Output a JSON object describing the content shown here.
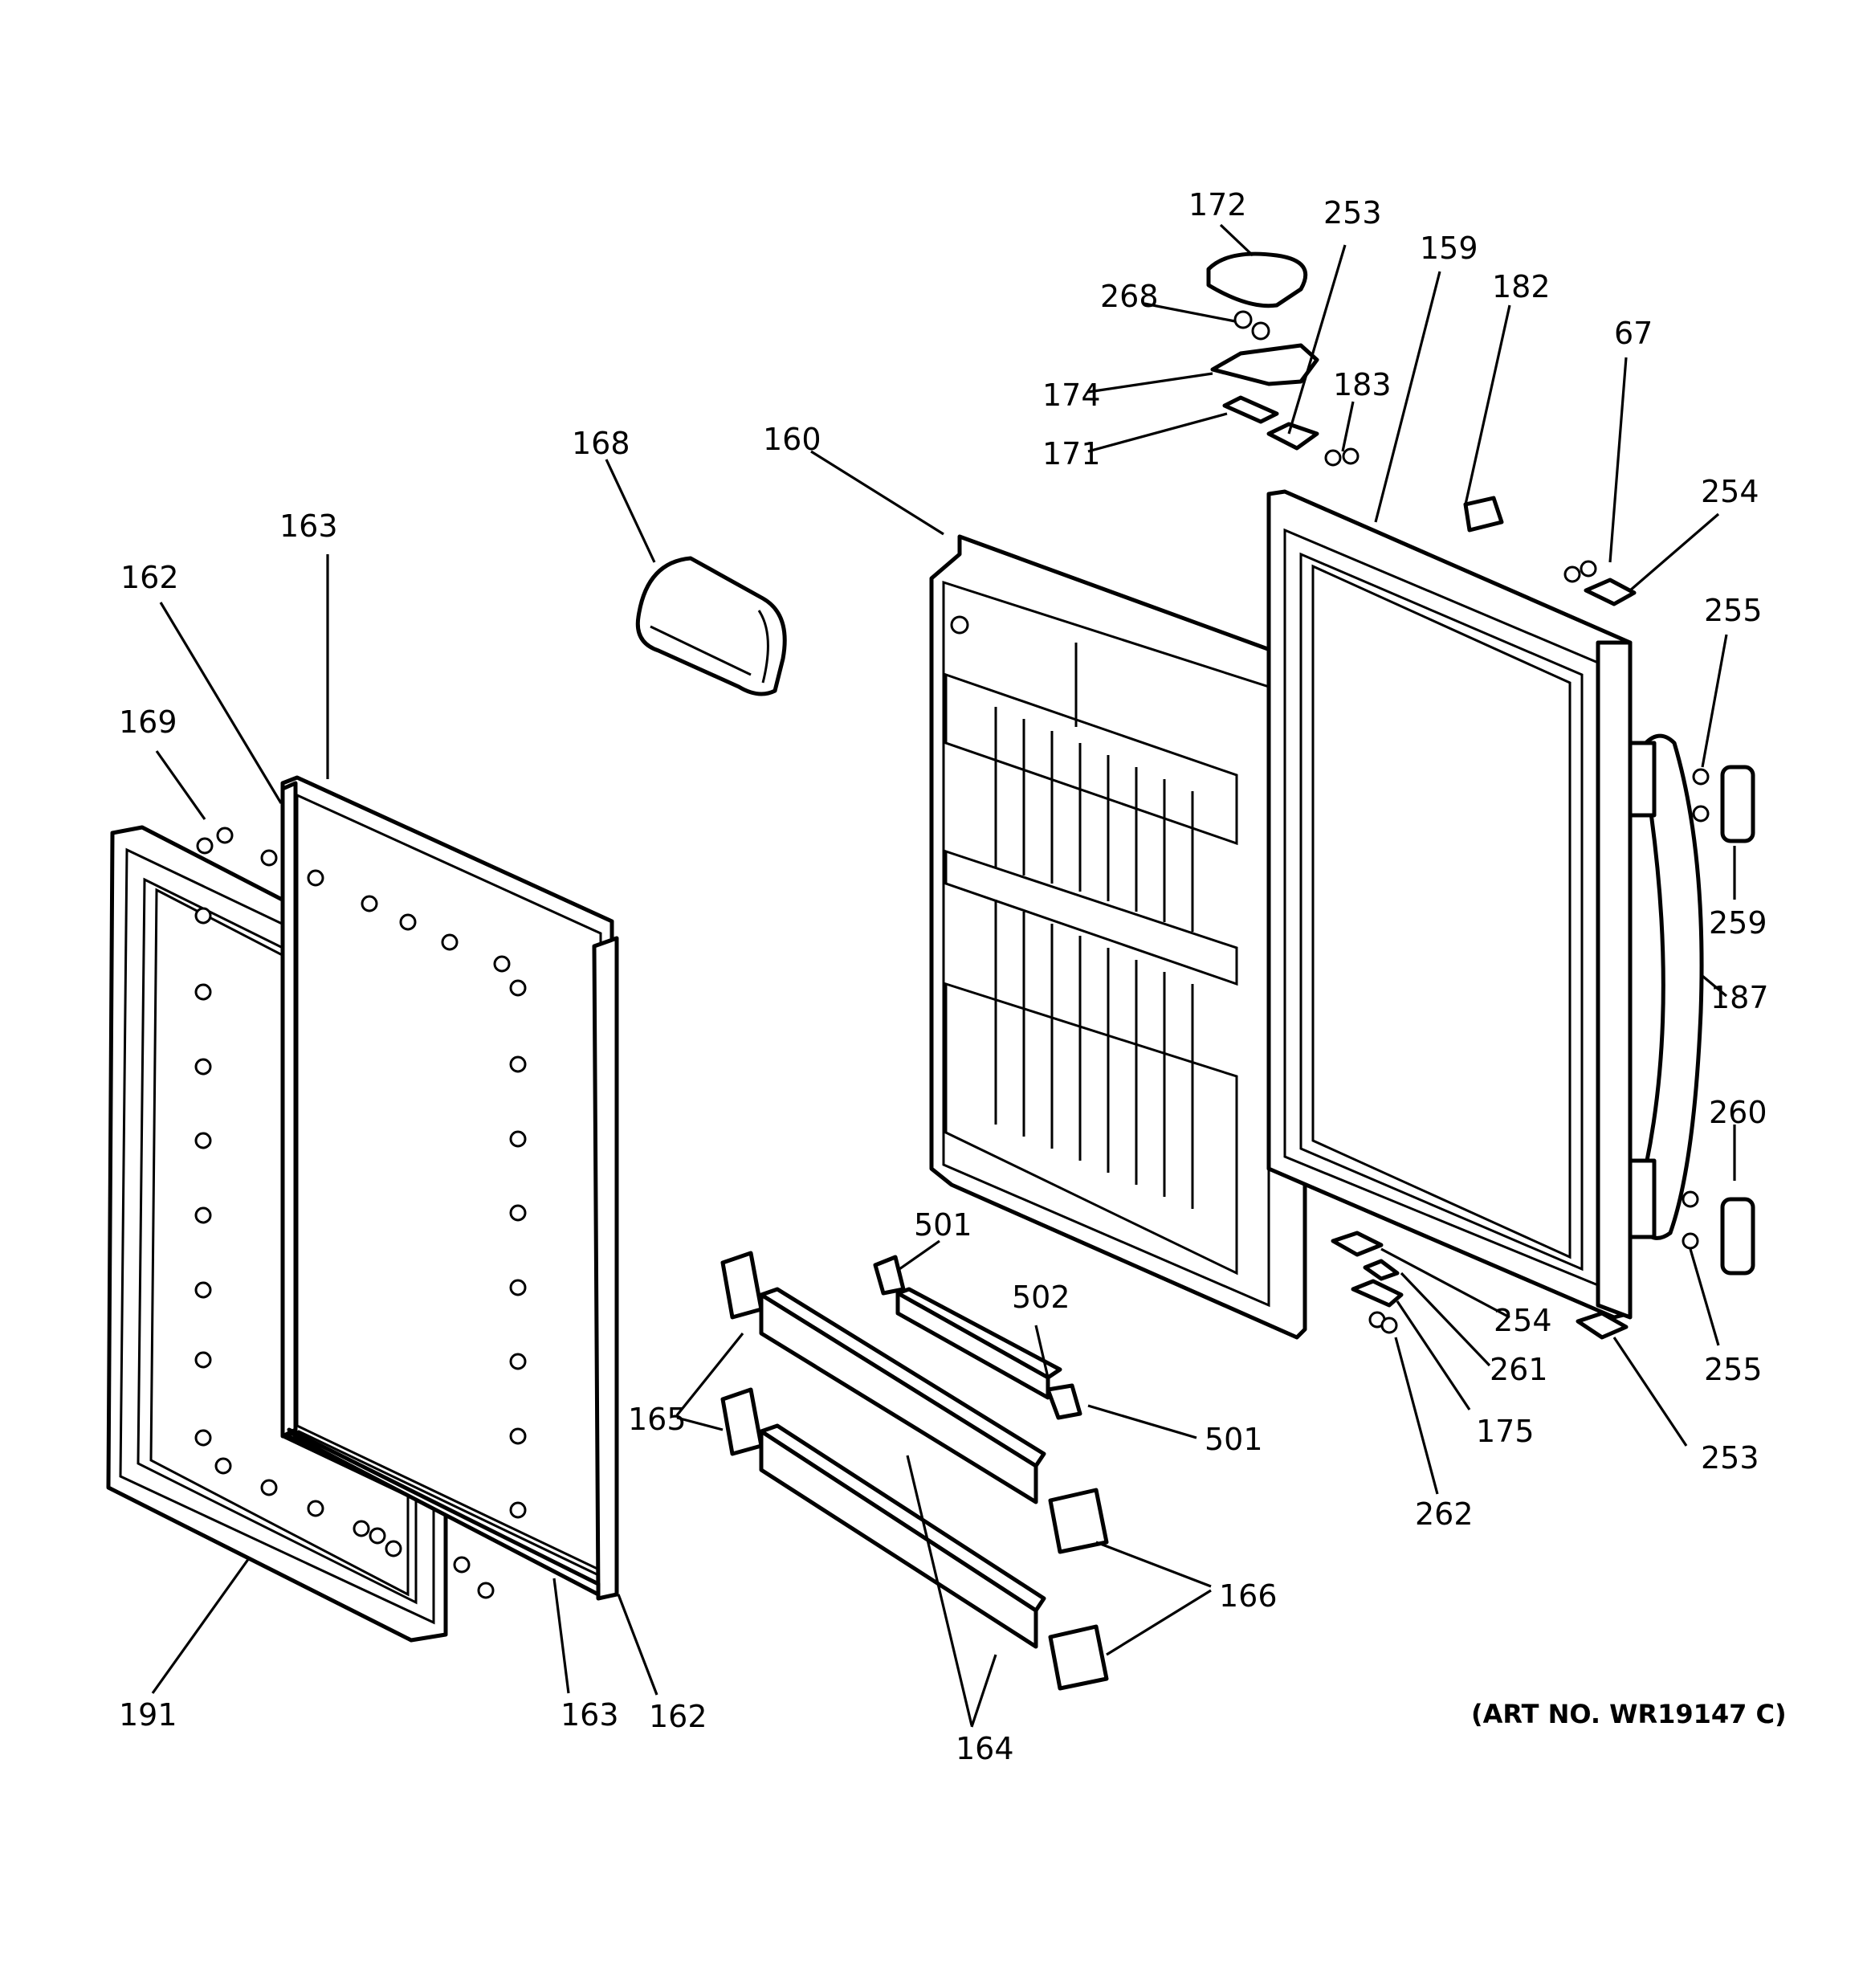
{
  "diagram": {
    "art_number": "(ART NO. WR19147 C)",
    "labels": {
      "l172": "172",
      "l253a": "253",
      "l159": "159",
      "l182": "182",
      "l67": "67",
      "l268": "268",
      "l183": "183",
      "l174": "174",
      "l171": "171",
      "l168": "168",
      "l160": "160",
      "l254a": "254",
      "l163a": "163",
      "l162a": "162",
      "l255a": "255",
      "l169": "169",
      "l259": "259",
      "l187": "187",
      "l260": "260",
      "l501a": "501",
      "l502": "502",
      "l254b": "254",
      "l261": "261",
      "l255b": "255",
      "l165": "165",
      "l501b": "501",
      "l175": "175",
      "l253b": "253",
      "l262": "262",
      "l166": "166",
      "l191": "191",
      "l163b": "163",
      "l162b": "162",
      "l164": "164"
    }
  }
}
